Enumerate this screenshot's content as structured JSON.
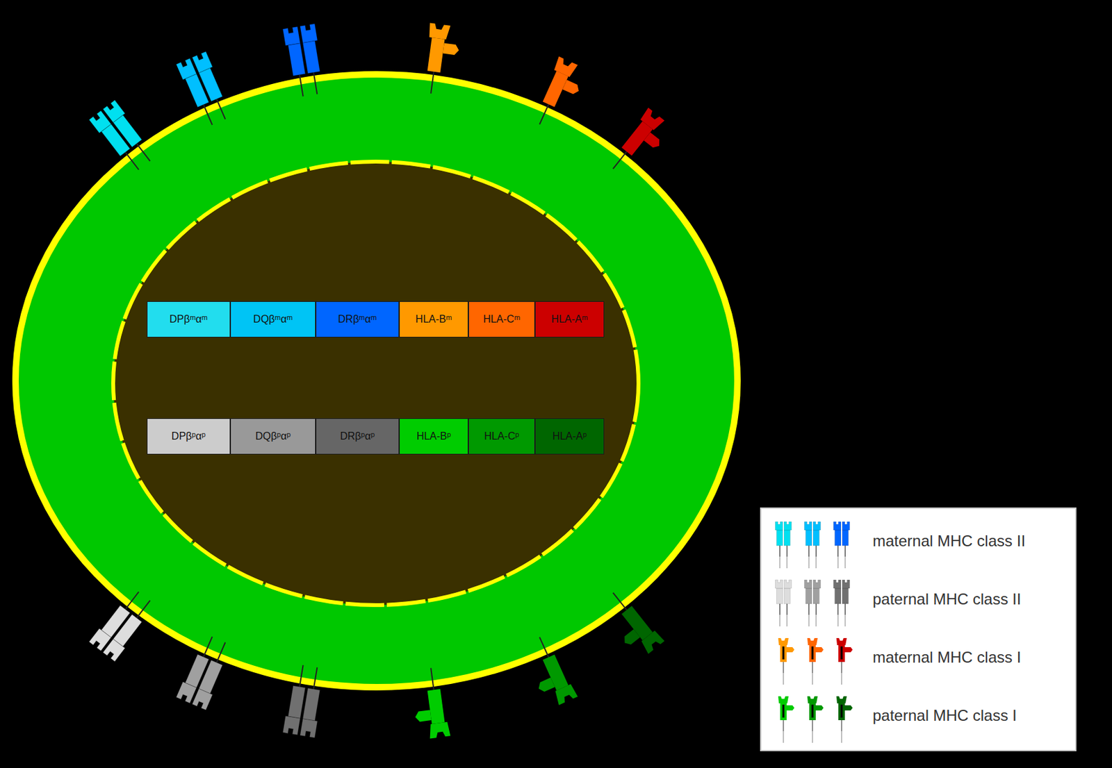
{
  "diagram": {
    "nodes": [
      {
        "text": [
          "DPβᵐαᵐ"
        ]
      },
      {
        "text": [
          "DQβᵐαᵐ"
        ]
      },
      {
        "text": [
          "DRβᵐαᵐ"
        ]
      },
      {
        "text": [
          "HLA-Bᵐ"
        ]
      },
      {
        "text": [
          "HLA-Cᵐ"
        ]
      },
      {
        "text": [
          "HLA-Aᵐ"
        ]
      },
      {
        "text": [
          "DPβᵖαᵖ"
        ]
      },
      {
        "text": [
          "DQβᵖαᵖ"
        ]
      },
      {
        "text": [
          "DRβᵖαᵖ"
        ]
      },
      {
        "text": [
          "HLA-Bᵖ"
        ]
      },
      {
        "text": [
          "HLA-Cᵖ"
        ]
      },
      {
        "text": [
          "HLA-Aᵖ"
        ]
      }
    ],
    "legend": [
      {
        "text": "maternal MHC class II"
      },
      {
        "text": "paternal MHC class II"
      },
      {
        "text": "maternal MHC class I"
      },
      {
        "text": "paternal MHC class I"
      }
    ]
  }
}
